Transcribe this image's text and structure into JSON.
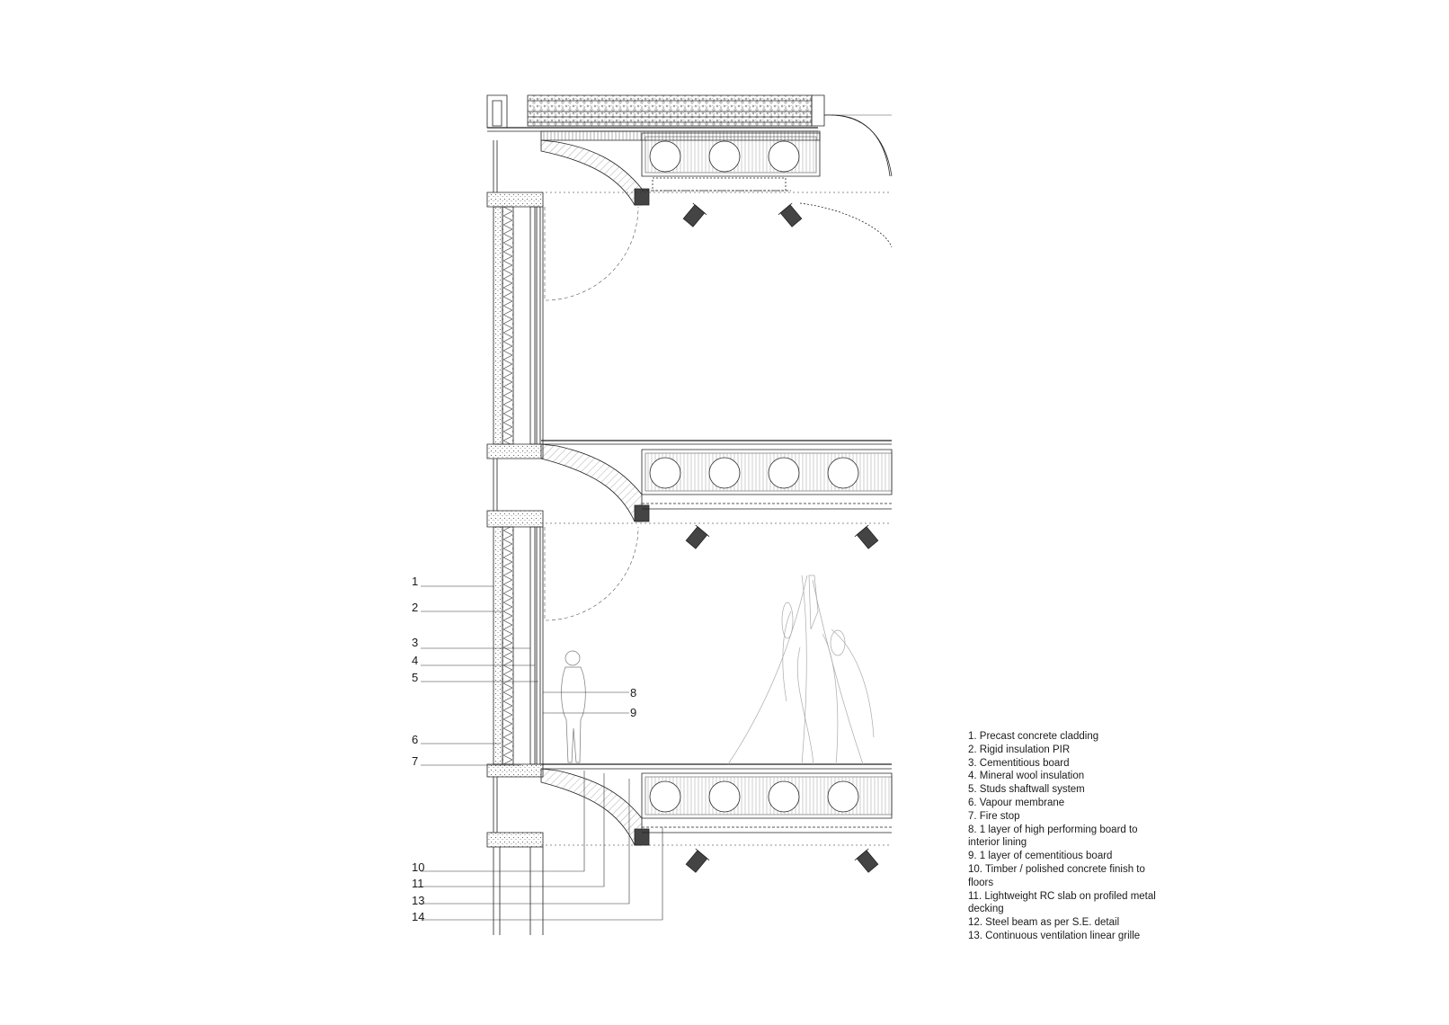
{
  "callouts": {
    "c1": "1",
    "c2": "2",
    "c3": "3",
    "c4": "4",
    "c5": "5",
    "c6": "6",
    "c7": "7",
    "c8": "8",
    "c9": "9",
    "c10": "10",
    "c11": "11",
    "c13": "13",
    "c14": "14"
  },
  "legend": {
    "items": [
      "1. Precast concrete cladding",
      "2. Rigid insulation PIR",
      "3. Cementitious board",
      "4. Mineral wool insulation",
      "5. Studs shaftwall system",
      "6. Vapour membrane",
      "7. Fire stop",
      "8. 1 layer of high performing board to",
      "interior lining",
      "9. 1 layer of cementitious board",
      "10. Timber / polished concrete finish to",
      "floors",
      "11. Lightweight RC slab on profiled metal",
      "decking",
      "12. Steel beam as per S.E. detail",
      "13. Continuous ventilation linear grille"
    ]
  }
}
